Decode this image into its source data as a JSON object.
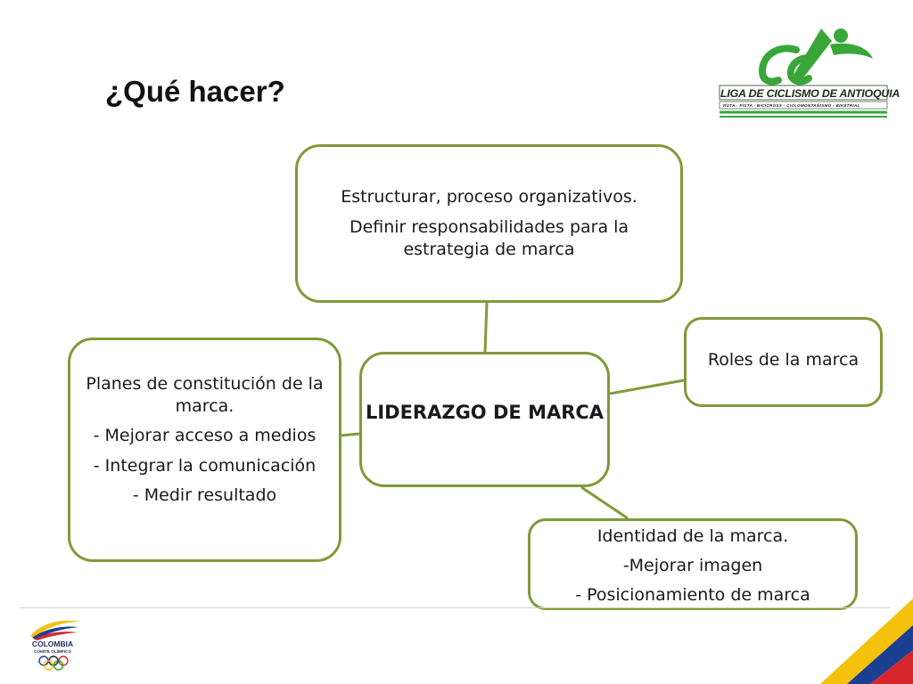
{
  "slide": {
    "title": "¿Qué hacer?"
  },
  "diagram": {
    "center": {
      "label": "LIDERAZGO DE MARCA"
    },
    "top": {
      "lines": [
        "Estructurar, proceso organizativos.",
        "Definir responsabilidades para la estrategia de marca"
      ]
    },
    "left": {
      "lines": [
        "Planes de constitución de la marca.",
        "- Mejorar acceso a medios",
        "- Integrar la comunicación",
        "- Medir resultado"
      ]
    },
    "right": {
      "lines": [
        "Roles de la marca"
      ]
    },
    "bottom": {
      "lines": [
        "Identidad de la marca.",
        "-Mejorar imagen",
        "- Posicionamiento de marca"
      ]
    },
    "colors": {
      "border": "#7f9a3a",
      "connector": "#7f9a3a"
    }
  },
  "logos": {
    "liga": {
      "name": "LIGA DE CICLISMO DE ANTIOQUIA",
      "subtitle": "RUTA - PISTA - BICICROSS - CICLOMONTAÑISMO - BIKETRIAL",
      "colors": {
        "green": "#3aa63a",
        "dark": "#1a2a1a"
      }
    },
    "colombia": {
      "name": "COLOMBIA",
      "subtitle": "COMITÉ OLÍMPICO"
    }
  }
}
